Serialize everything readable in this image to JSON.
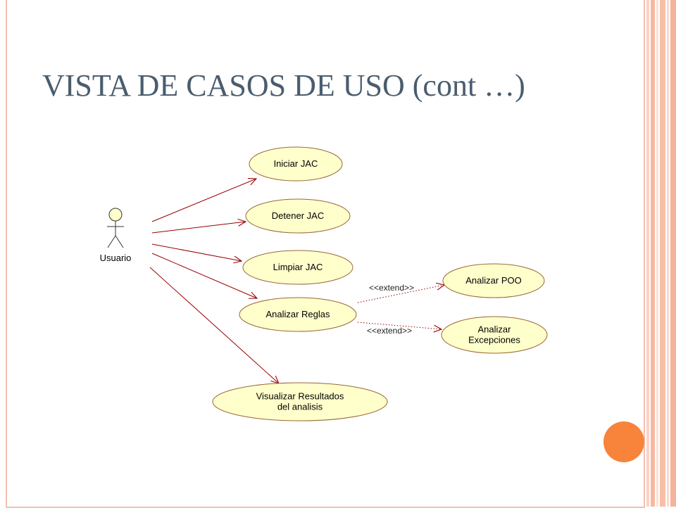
{
  "slide": {
    "title": "VISTA DE CASOS DE USO (cont …)"
  },
  "diagram": {
    "actor": {
      "label": "Usuario"
    },
    "use_cases": [
      {
        "id": "iniciar",
        "label_lines": [
          "Iniciar JAC"
        ]
      },
      {
        "id": "detener",
        "label_lines": [
          "Detener JAC"
        ]
      },
      {
        "id": "limpiar",
        "label_lines": [
          "Limpiar JAC"
        ]
      },
      {
        "id": "analizar_reglas",
        "label_lines": [
          "Analizar Reglas"
        ]
      },
      {
        "id": "visualizar",
        "label_lines": [
          "Visualizar Resultados",
          "del analisis"
        ]
      },
      {
        "id": "analizar_poo",
        "label_lines": [
          "Analizar POO"
        ]
      },
      {
        "id": "analizar_excepciones",
        "label_lines": [
          "Analizar",
          "Excepciones"
        ]
      }
    ],
    "extend_label": "<<extend>>",
    "associations": [
      "iniciar",
      "detener",
      "limpiar",
      "analizar_reglas",
      "visualizar"
    ],
    "extends": [
      {
        "from": "analizar_reglas",
        "to": "analizar_poo"
      },
      {
        "from": "analizar_reglas",
        "to": "analizar_excepciones"
      }
    ],
    "colors": {
      "use_case_fill": "#ffffcc",
      "use_case_stroke": "#996633",
      "association_line": "#990000",
      "extend_line": "#990000",
      "actor_fill": "#ffffcc"
    }
  },
  "theme": {
    "title_color": "#4a5d6e",
    "bullet_color": "#f8833a",
    "border_color": "#f4c0b0"
  }
}
